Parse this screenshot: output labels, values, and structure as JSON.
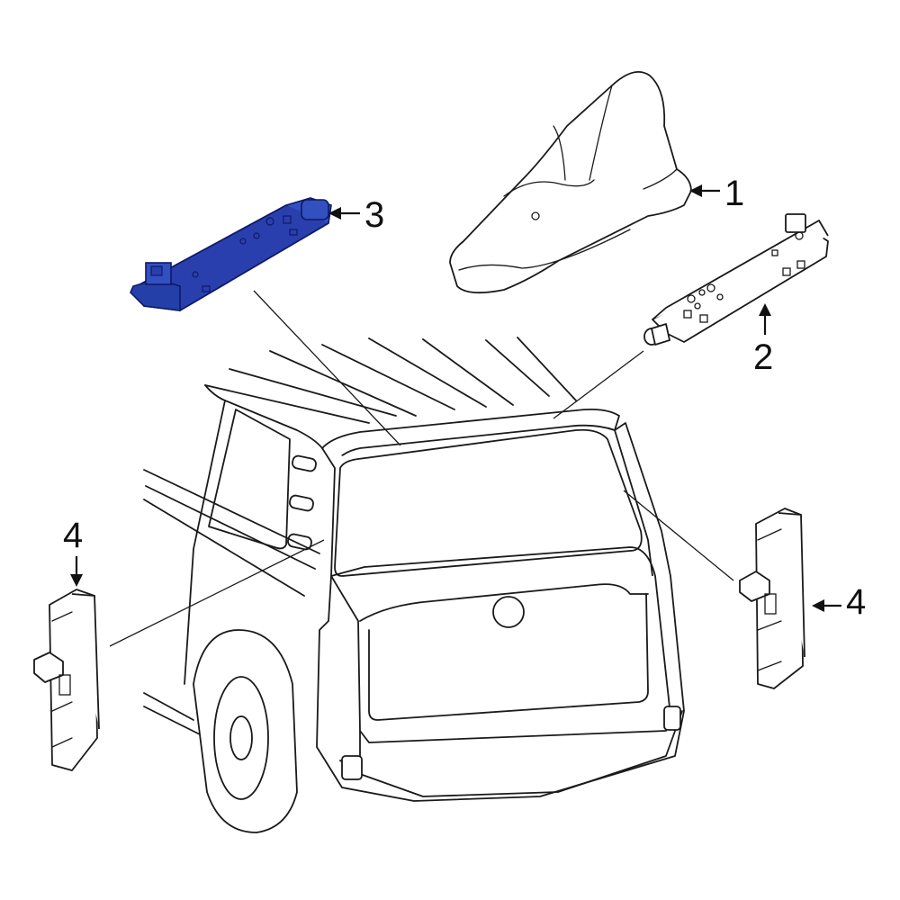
{
  "diagram": {
    "callouts": [
      {
        "id": "1",
        "label": "1"
      },
      {
        "id": "2",
        "label": "2"
      },
      {
        "id": "3",
        "label": "3"
      },
      {
        "id": "4",
        "label": "4"
      },
      {
        "id": "4b",
        "label": "4"
      }
    ],
    "highlight_color": "#2a3fae",
    "highlight_stroke": "#0d1a66",
    "line_color": "#1a1a1a"
  }
}
